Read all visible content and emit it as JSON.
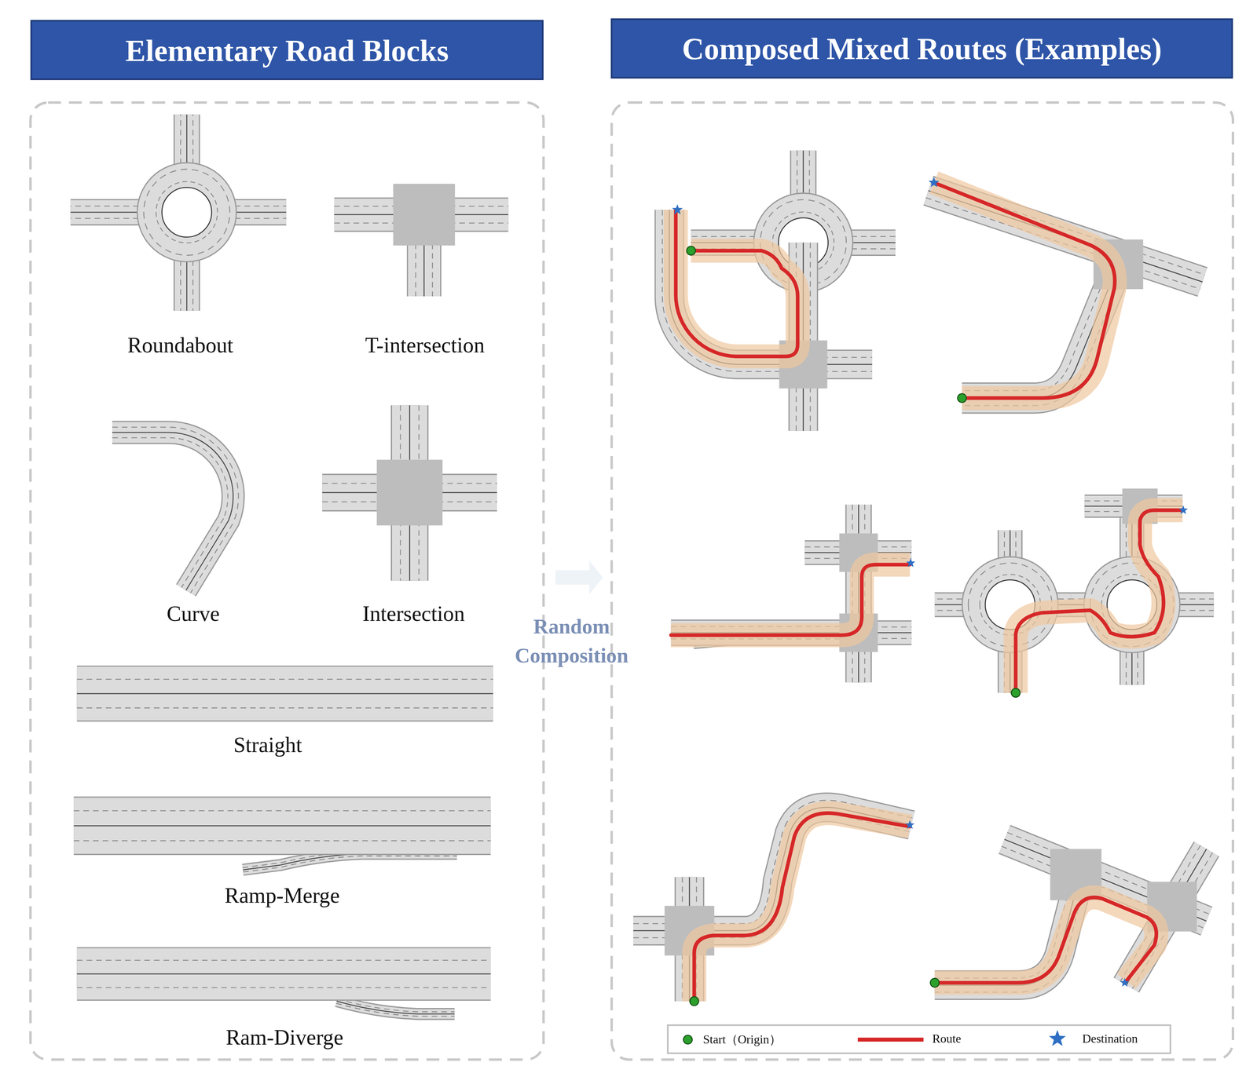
{
  "diagram": {
    "nodes": [
      {
        "text": [
          "Elementary Road Blocks"
        ]
      },
      {
        "text": [
          "Composed Mixed Routes (Examples)"
        ]
      }
    ],
    "labels": [
      "Roundabout",
      "T-intersection",
      "Curve",
      "Intersection",
      "Straight",
      "Ramp-Merge",
      "Ram-Diverge",
      "Random Composition"
    ],
    "legend": [
      {
        "text": "Start（Origin）"
      },
      {
        "text": "Route"
      },
      {
        "text": "Destination"
      }
    ]
  }
}
